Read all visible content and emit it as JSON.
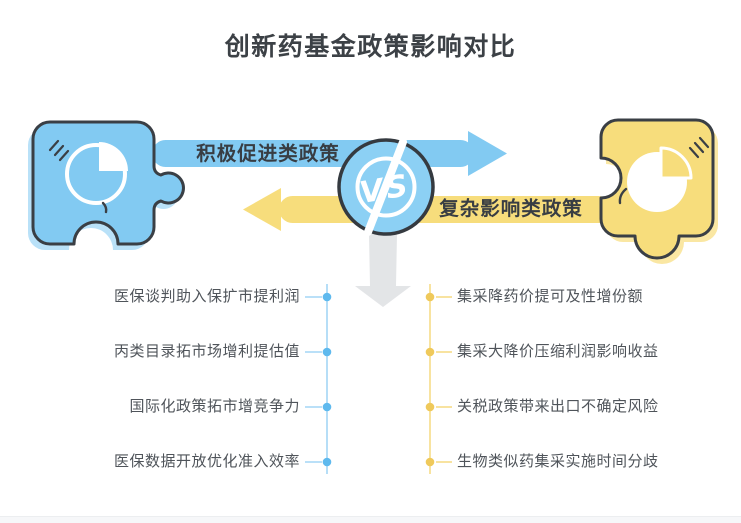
{
  "title": "创新药基金政策影响对比",
  "versus_badge": {
    "label": "VS"
  },
  "arrows": {
    "promote": {
      "label": "积极促进类政策"
    },
    "complex": {
      "label": "复杂影响类政策"
    }
  },
  "left_list": {
    "items": [
      "医保谈判助入保扩市提利润",
      "丙类目录拓市场增利提估值",
      "国际化政策拓市增竞争力",
      "医保数据开放优化准入效率"
    ]
  },
  "right_list": {
    "items": [
      "集采降药价提可及性增份额",
      "集采大降价压缩利润影响收益",
      "关税政策带来出口不确定风险",
      "生物类似药集采实施时间分歧"
    ]
  },
  "colors": {
    "blue": "#82CAF2",
    "blue_shadow": "#B9E1F8",
    "badge_blue": "#8CD0F4",
    "yellow": "#F7DD7C",
    "yellow_shadow": "#FAE7A3",
    "outline": "#3A3F45",
    "title_text": "#3C4146",
    "list_text": "#4F545A",
    "gray_arrow": "#E3E5E7",
    "blue_line": "#A3D6F5",
    "blue_dot": "#5EB9EE",
    "yellow_line": "#F6DC88",
    "yellow_dot": "#EFC95B"
  }
}
